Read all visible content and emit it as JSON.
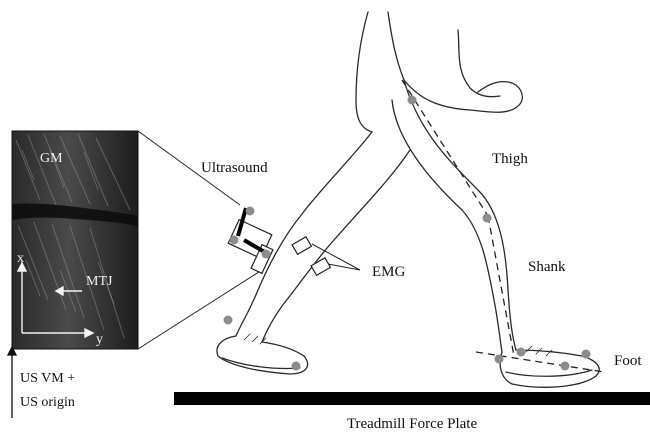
{
  "labels": {
    "gm": "GM",
    "mtj": "MTJ",
    "axis_x": "x",
    "axis_y": "y",
    "origin_line1": "US VM +",
    "origin_line2": "US origin",
    "ultrasound": "Ultrasound",
    "emg": "EMG",
    "thigh": "Thigh",
    "shank": "Shank",
    "foot": "Foot",
    "force_plate": "Treadmill Force Plate"
  },
  "colors": {
    "outline": "#2a2a2a",
    "marker": "#8c8c8c",
    "plate": "#000000",
    "ultrasound_dark": "#1a1a1a"
  }
}
